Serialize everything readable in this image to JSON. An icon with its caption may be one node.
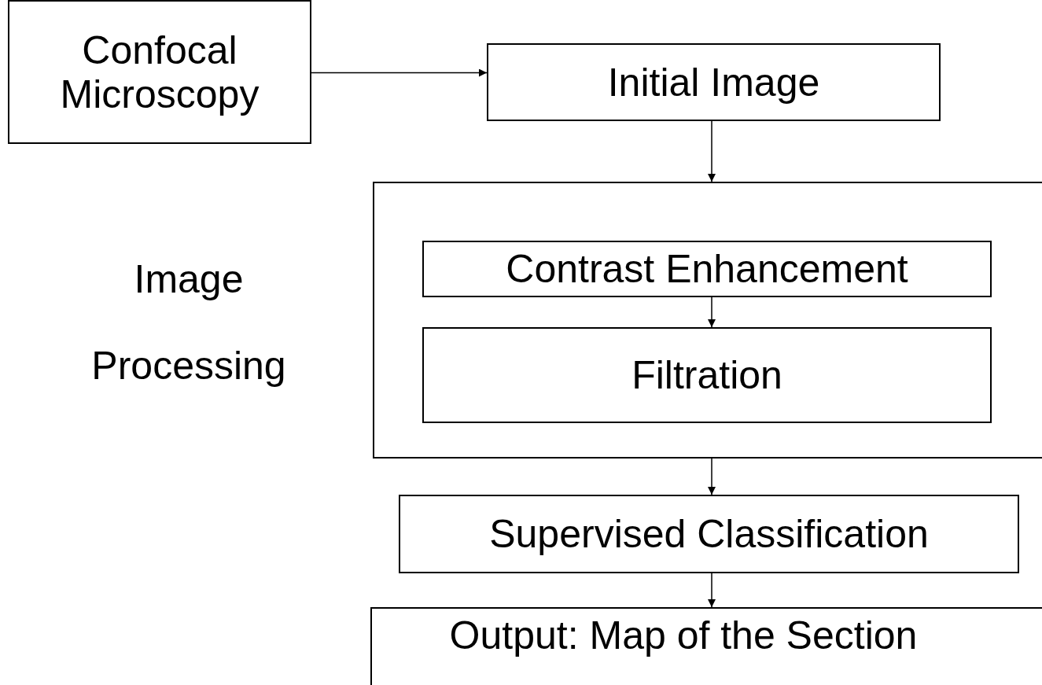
{
  "diagram": {
    "nodes": [
      {
        "text": [
          "Confocal Microscopy"
        ]
      },
      {
        "text": [
          "Initial Image"
        ]
      },
      {
        "text": [],
        "shape": "box"
      },
      {
        "text": [
          "Contrast Enhancement"
        ],
        "in": 2
      },
      {
        "text": [
          "Filtration"
        ],
        "in": 2
      },
      {
        "text": [
          "Supervised Classification"
        ]
      },
      {
        "text": [
          "Output: Map of the Section"
        ]
      }
    ],
    "edges": [
      {
        "from": 0,
        "to": 1,
        "arrow": "to"
      },
      {
        "from": 1,
        "to": 2,
        "arrow": "to"
      },
      {
        "from": 3,
        "to": 4,
        "arrow": "to"
      },
      {
        "from": 2,
        "to": 5,
        "arrow": "to"
      },
      {
        "from": 5,
        "to": 6,
        "arrow": "to"
      }
    ],
    "labels": [
      "Image Processing"
    ]
  }
}
